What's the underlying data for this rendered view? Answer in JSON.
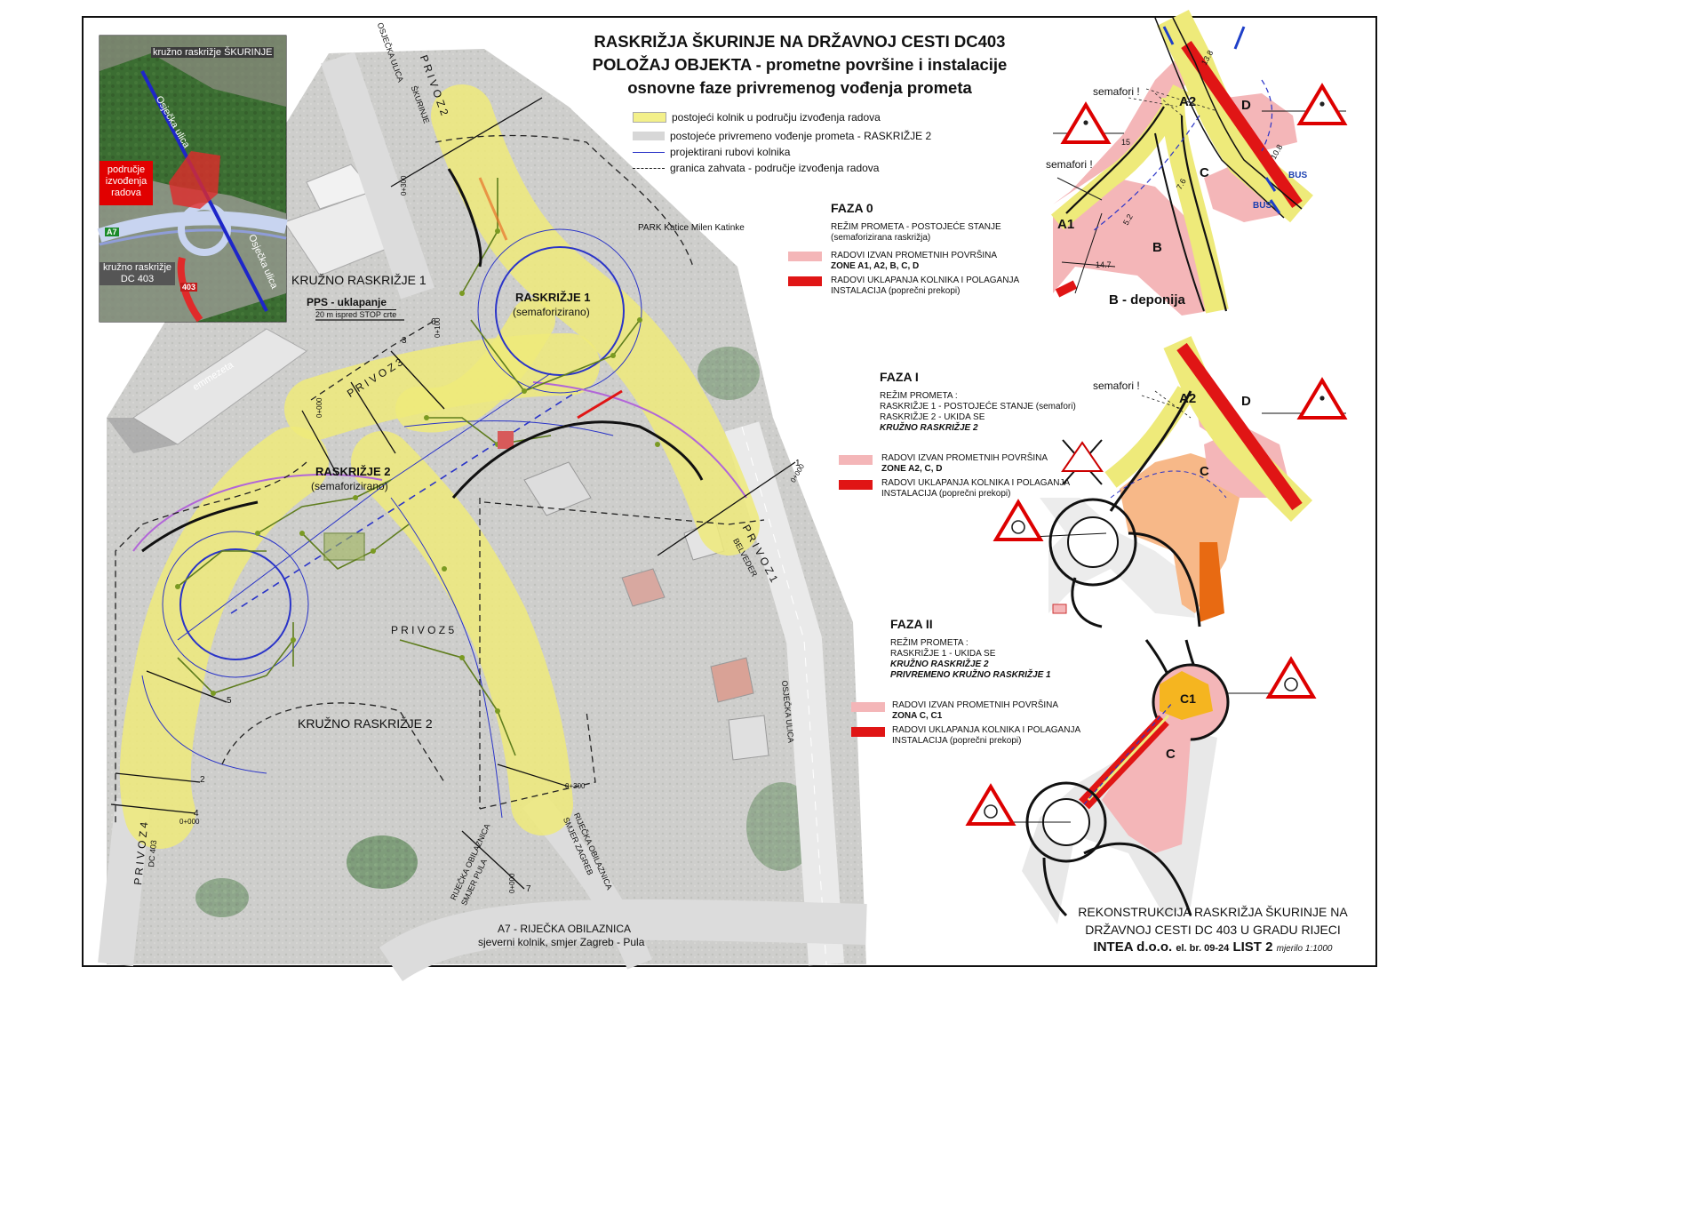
{
  "title": {
    "line1": "RASKRIŽJA ŠKURINJE NA DRŽAVNOJ CESTI DC403",
    "line2": "POLOŽAJ OBJEKTA - prometne površine i instalacije",
    "line3": "osnovne faze privremenog vođenja prometa"
  },
  "legend": [
    {
      "label": "postojeći kolnik u području izvođenja radova",
      "color": "#f3f08a"
    },
    {
      "label": "postojeće privremeno vođenje prometa - RASKRIŽJE 2",
      "color": "#d7d7d7"
    },
    {
      "label": "projektirani rubovi kolnika",
      "color": "#2a34c8"
    },
    {
      "label": "granica zahvata - područje izvođenja radova",
      "color": "#222222"
    }
  ],
  "inset": {
    "kruzno_top": "kružno raskrižje ŠKURINJE",
    "osjecka1": "Osječka ulica",
    "osjecka2": "Osječka ulica",
    "podrucje": "područje izvođenja radova",
    "kruzno_bottom": "kružno raskrižje DC 403",
    "a7": "A7",
    "r403": "403"
  },
  "map_labels": {
    "kruzno1": "KRUŽNO RASKRIŽJE 1",
    "pps": "PPS - uklapanje",
    "pps_sub": "20 m ispred STOP crte",
    "raskrizje1": "RASKRIŽJE 1",
    "raskrizje1_sub": "(semaforizirano)",
    "raskrizje2": "RASKRIŽJE 2",
    "raskrizje2_sub": "(semaforizirano)",
    "park": "PARK Katice Milen Katinke",
    "privoz5": "P R I V O Z  5",
    "kruzno2": "KRUŽNO RASKRIŽJE 2",
    "privoz2": "P R I V O Z  2",
    "privoz2_sub": "ŠKURINJE",
    "osjecka_top": "OSJEČKA ULICA",
    "privoz3": "P R I V O Z  3",
    "privoz1": "P R I V O Z  1",
    "privoz1_sub": "BELVEDER",
    "privoz4": "P R I V O Z  4",
    "privoz4_sub": "DC 403",
    "osjecka_right": "OSJEČKA ULICA",
    "rij_pula": "RIJEČKA OBILAZNICA",
    "rij_pula_sub": "SMJER PULA",
    "rij_zagreb": "RIJEČKA OBILAZNICA",
    "rij_zagreb_sub": "SMJER ZAGREB",
    "a7_line1": "A7 - RIJEČKA OBILAZNICA",
    "a7_line2": "sjeverni kolnik, smjer Zagreb - Pula",
    "store": "emmezeta",
    "st_0300a": "0+300",
    "st_0000a": "0+000",
    "st_0100": "0+100",
    "st_0000b": "0+000",
    "st_0300b": "0+300",
    "st_0000c": "0+000",
    "st_0000d": "0+000",
    "n1": "1",
    "n2": "2",
    "n3": "3",
    "n4": "4",
    "n5": "5",
    "n6": "6",
    "n7": "7"
  },
  "faza0": {
    "heading": "FAZA 0",
    "rezim": "REŽIM PROMETA - POSTOJEĆE STANJE",
    "rezim_sub": "(semaforizirana raskrižja)",
    "legend1": "RADOVI IZVAN PROMETNIH POVRŠINA",
    "legend1_zones": "ZONE A1, A2, B, C, D",
    "legend2": "RADOVI UKLAPANJA KOLNIKA I POLAGANJA",
    "legend2_sub": "INSTALACIJA (poprečni prekopi)",
    "semafori1": "semafori !",
    "semafori2": "semafori !",
    "zone_a1": "A1",
    "zone_a2": "A2",
    "zone_b": "B",
    "zone_c": "C",
    "zone_d": "D",
    "deponija": "B - deponija",
    "bus1": "BUS",
    "bus2": "BUS",
    "d138": "13.8",
    "d108": "10.8",
    "d15": "15",
    "d76": "7.6",
    "d52": "5.2",
    "d147": "14.7"
  },
  "faza1": {
    "heading": "FAZA I",
    "rezim": "REŽIM PROMETA :",
    "l1": "RASKRIŽJE 1 - POSTOJEĆE STANJE (semafori)",
    "l2": "RASKRIŽJE 2 - UKIDA SE",
    "l3": "KRUŽNO RASKRIŽJE 2",
    "legend1": "RADOVI IZVAN PROMETNIH POVRŠINA",
    "legend1_zones": "ZONE A2, C, D",
    "legend2": "RADOVI UKLAPANJA KOLNIKA I POLAGANJA",
    "legend2_sub": "INSTALACIJA (poprečni prekopi)",
    "semafori": "semafori !",
    "zone_a2": "A2",
    "zone_c": "C",
    "zone_d": "D"
  },
  "faza2": {
    "heading": "FAZA II",
    "rezim": "REŽIM PROMETA :",
    "l1": "RASKRIŽJE 1 - UKIDA SE",
    "l2": "KRUŽNO RASKRIŽJE 2",
    "l3": "PRIVREMENO KRUŽNO RASKRIŽJE 1",
    "legend1": "RADOVI IZVAN PROMETNIH POVRŠINA",
    "legend1_zones": "ZONA C, C1",
    "legend2": "RADOVI UKLAPANJA KOLNIKA I POLAGANJA",
    "legend2_sub": "INSTALACIJA (poprečni prekopi)",
    "zone_c1": "C1",
    "zone_c": "C"
  },
  "footer": {
    "line1": "REKONSTRUKCIJA RASKRIŽJA ŠKURINJE NA",
    "line2": "DRŽAVNOJ CESTI DC 403 U GRADU RIJECI",
    "company": "INTEA d.o.o.",
    "elbr": "el. br. 09-24",
    "list": "LIST 2",
    "scale": "mjerilo 1:1000"
  },
  "colors": {
    "road_yellow": "#eeea7a",
    "work_pink": "#f4b6b8",
    "work_red": "#e01515",
    "orange": "#f7a23a",
    "blue_line": "#2a34c8",
    "aerial_bg": "#c9c9c9"
  }
}
